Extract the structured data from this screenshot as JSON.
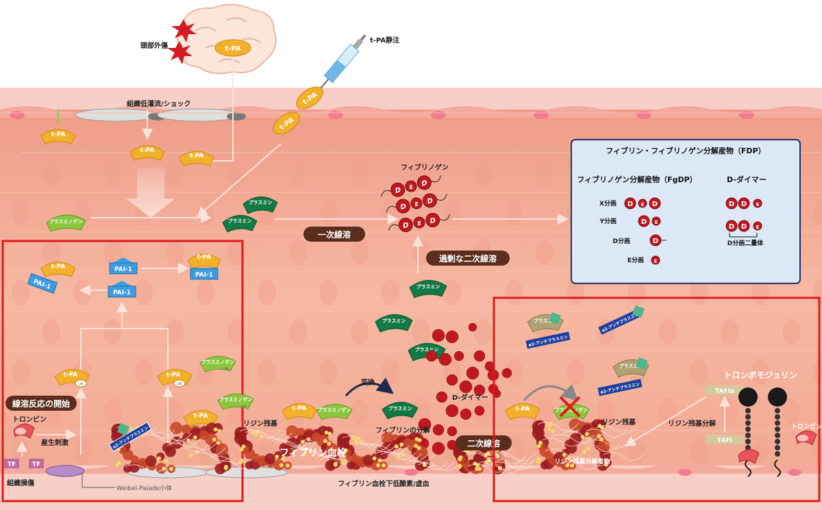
{
  "labels": {
    "head_trauma": "頭部外傷",
    "tpa_injection": "t-PA静注",
    "low_perfusion": "組織低灌流/ショック",
    "tpa": "t-PA",
    "plasminogen": "プラスミノゲン",
    "plasmin": "プラスミン",
    "primary_lysis": "一次線溶",
    "fibrinogen": "フィブリノゲン",
    "excess_secondary": "過剰な二次線溶",
    "pai1": "PAI-1",
    "start_lysis": "線溶反応の開始",
    "thrombin": "トロンビン",
    "production_stim": "産生刺激",
    "tf": "TF",
    "tissue_damage": "組織損傷",
    "weibel_palade": "Weibel-Palade小体",
    "lbs": "LBS",
    "a2ap": "α2-アンチプラスミン",
    "lysine_residue": "リジン残基",
    "fibrin_thrombus": "フィブリン血栓",
    "conversion": "変換",
    "fibrin_degradation": "フィブリンの分解",
    "d_dimer": "D-ダイマー",
    "secondary_lysis": "二次線溶",
    "hypoxia": "フィブリン血栓下低酸素/虚血",
    "thrombomodulin": "トロンボモジュリン",
    "tafia": "TAFIa",
    "tafi": "TAFI",
    "lysine_cleave": "リジン残基分解",
    "lysine_cleave_product": "リジン残基分解産物"
  },
  "fdp_box": {
    "title": "フィブリン・フィブリノゲン分解産物（FDP）",
    "fgdp_title": "フィブリノゲン分解産物（FgDP）",
    "ddimer_title": "D-ダイマー",
    "x": "X分画",
    "y": "Y分画",
    "d": "D分画",
    "e": "E分画",
    "d2e": "D分画二量体",
    "letter_d": "D",
    "letter_e": "E"
  },
  "colors": {
    "tissue": "#f4b9a2",
    "endothelium": "#f7cdc4",
    "tpa": "#f3b02b",
    "plasmin": "#137a44",
    "plasminogen": "#8cc63f",
    "pai": "#3d9be0",
    "highlight": "#e01a1a",
    "dfrag": "#c01820",
    "pill": "#5a2d1c"
  }
}
